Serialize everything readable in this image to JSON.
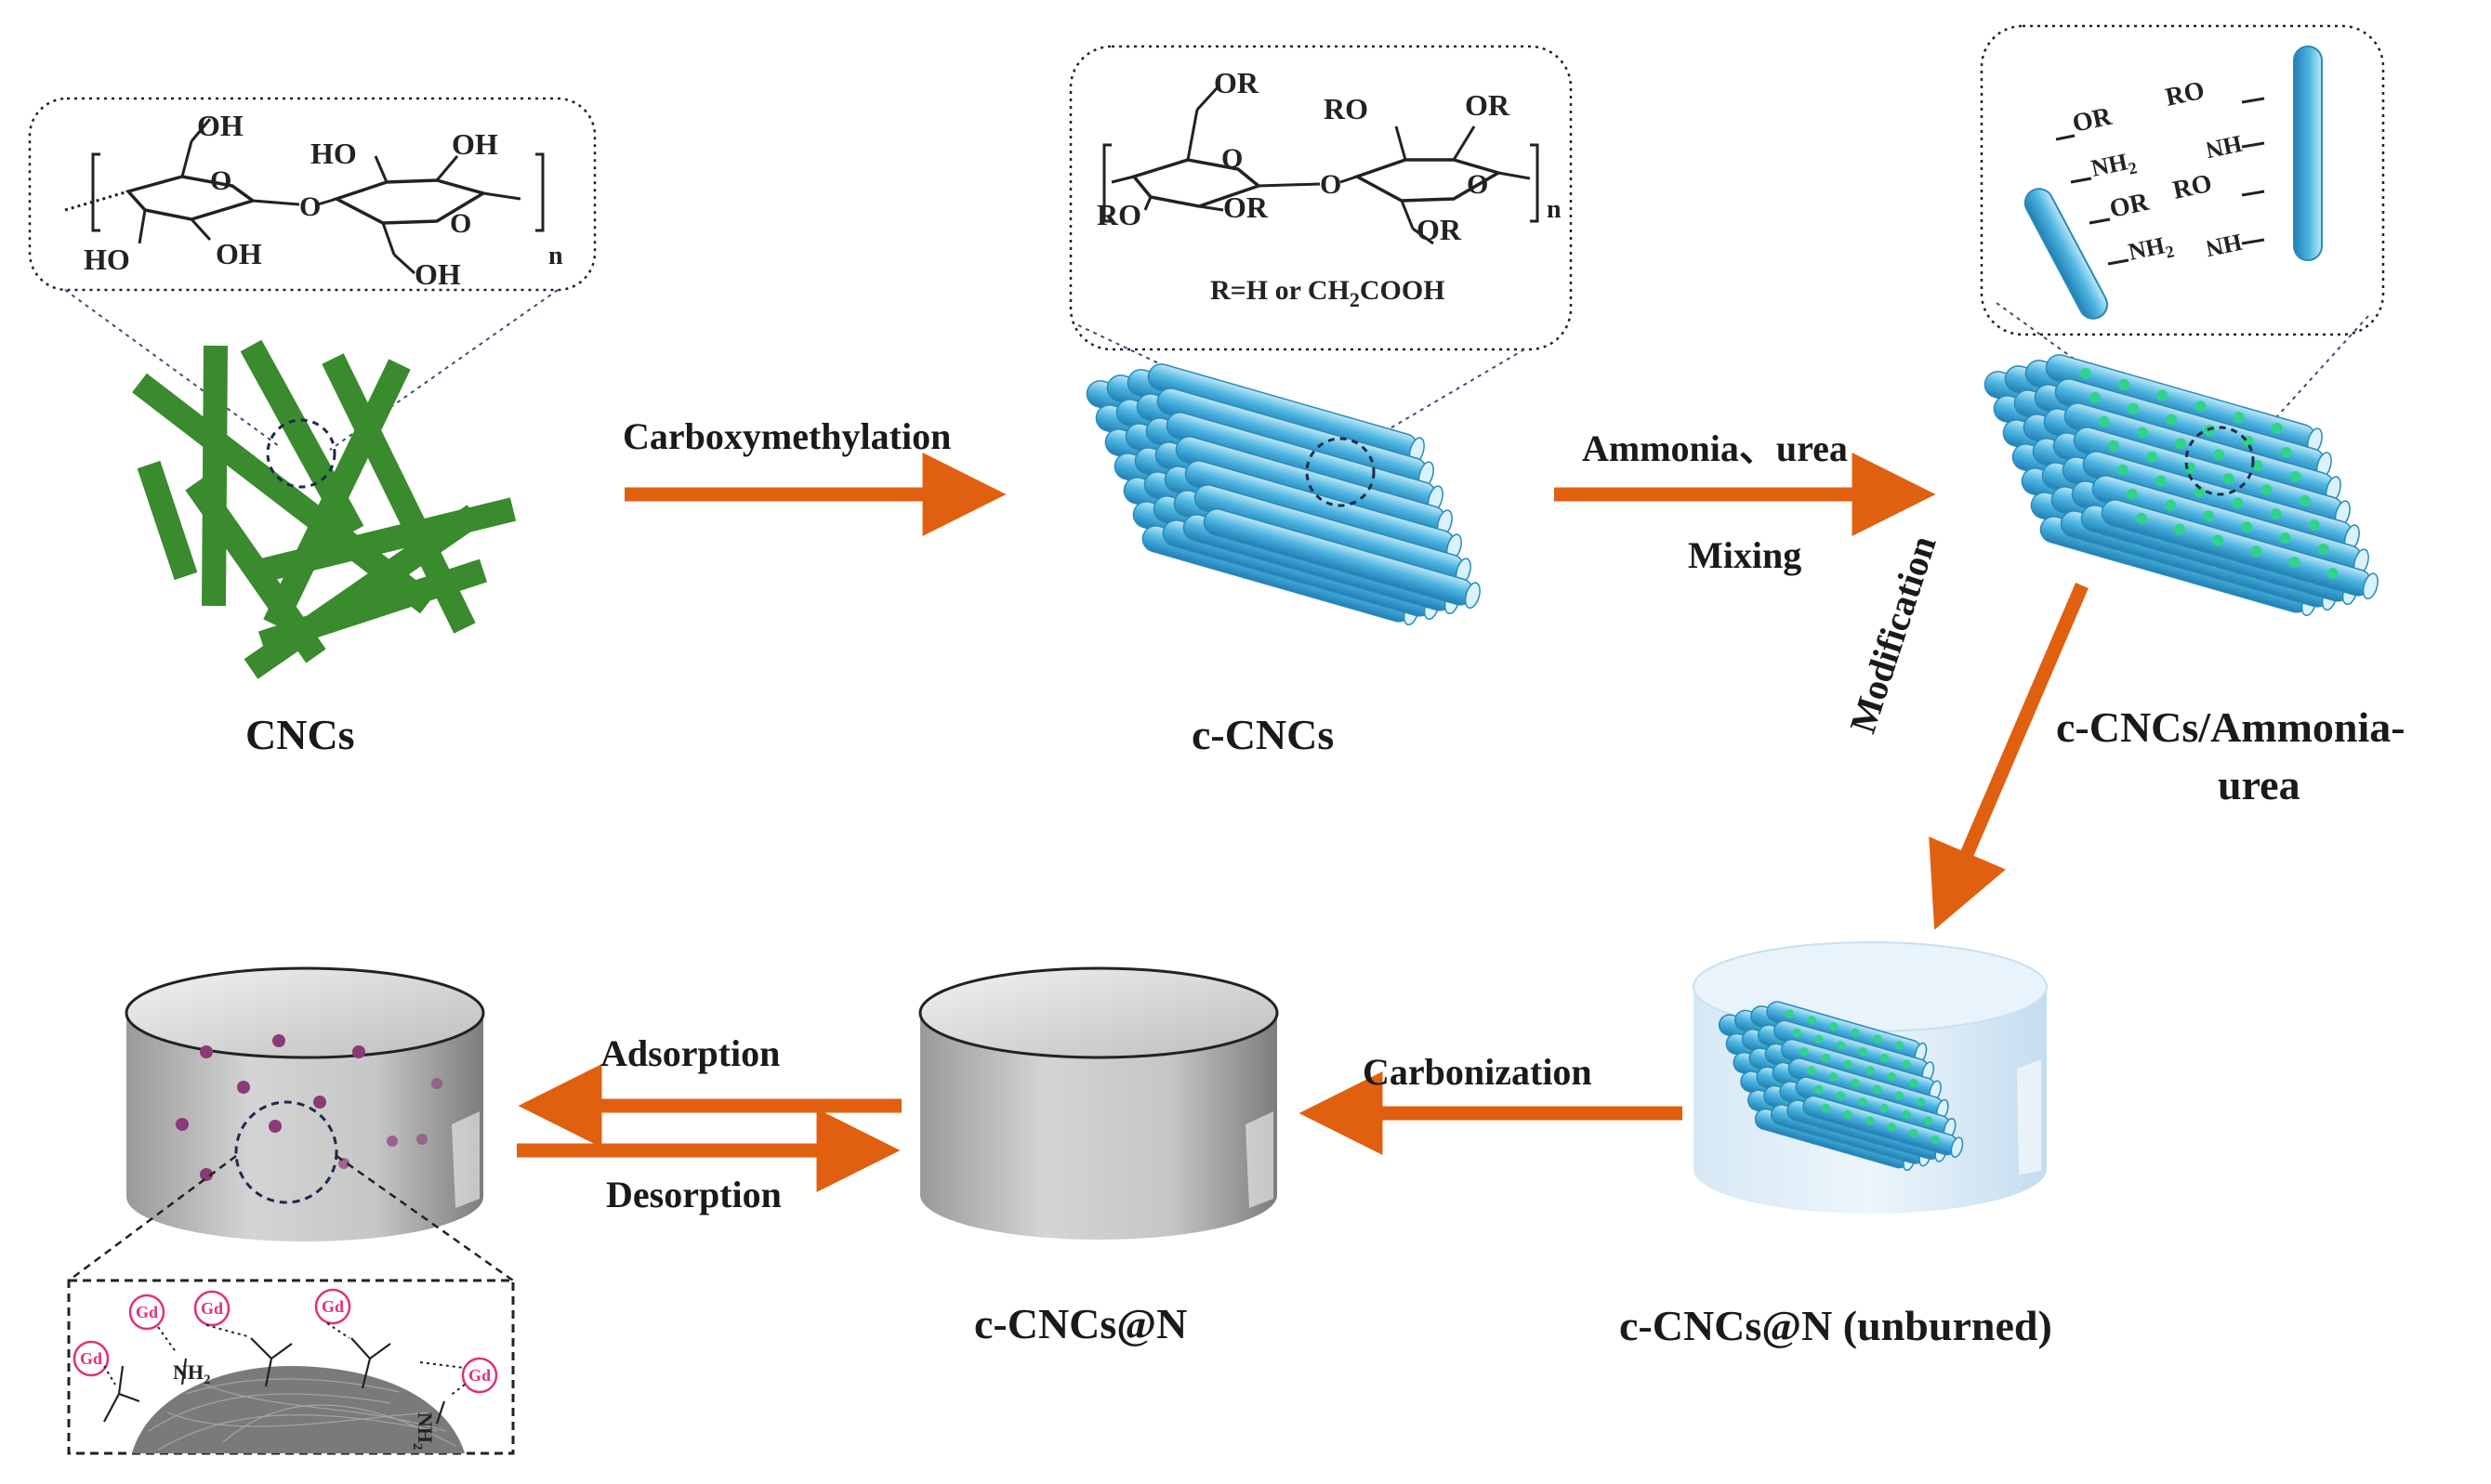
{
  "stages": {
    "cncs": "CNCs",
    "c_cncs": "c-CNCs",
    "c_cncs_ammonia_line1": "c-CNCs/Ammonia-",
    "c_cncs_ammonia_line2": "urea",
    "unburned": "c-CNCs@N (unburned)",
    "c_cncs_n": "c-CNCs@N"
  },
  "steps": {
    "carboxymethylation": "Carboxymethylation",
    "ammonia_urea": "Ammonia、urea",
    "mixing": "Mixing",
    "modification": "Modification",
    "carbonization": "Carbonization",
    "adsorption": "Adsorption",
    "desorption": "Desorption"
  },
  "inset_cellulose": {
    "oh_top": "OH",
    "ho_mid": "HO",
    "oh_right": "OH",
    "o_ring1": "O",
    "o_link": "O",
    "o_ring2": "O",
    "ho_bottom": "HO",
    "oh_bottom": "OH",
    "oh_bottom2": "OH",
    "n": "n"
  },
  "inset_carboxy": {
    "or_top": "OR",
    "ro_mid": "RO",
    "or_right": "OR",
    "o_ring1": "O",
    "o_link": "O",
    "o_ring2": "O",
    "ro_bottom": "RO",
    "or_bottom": "OR",
    "or_bottom2": "OR",
    "n": "n",
    "r_def_prefix": "R=H or CH",
    "r_def_sub": "2",
    "r_def_suffix": "COOH"
  },
  "inset_amino": {
    "or1": "OR",
    "nh2_1": "NH",
    "or2": "OR",
    "nh2_2": "NH",
    "ro1": "RO",
    "hn1": "HN",
    "ro2": "RO",
    "hn2": "HN",
    "sub2": "2"
  },
  "inset_gd": {
    "gd1": "Gd",
    "gd2": "Gd",
    "gd3": "Gd",
    "gd4": "Gd",
    "gd5": "Gd",
    "nh2_a": "NH",
    "nh2_b": "NH",
    "sub2": "2"
  },
  "colors": {
    "arrow": "#e06010",
    "fiber_green": "#3a8a2e",
    "rod_blue": "#3aa8d8",
    "dot_green": "#2fd38a",
    "gd_pink": "#e0307a",
    "inset_border": "#222222"
  }
}
